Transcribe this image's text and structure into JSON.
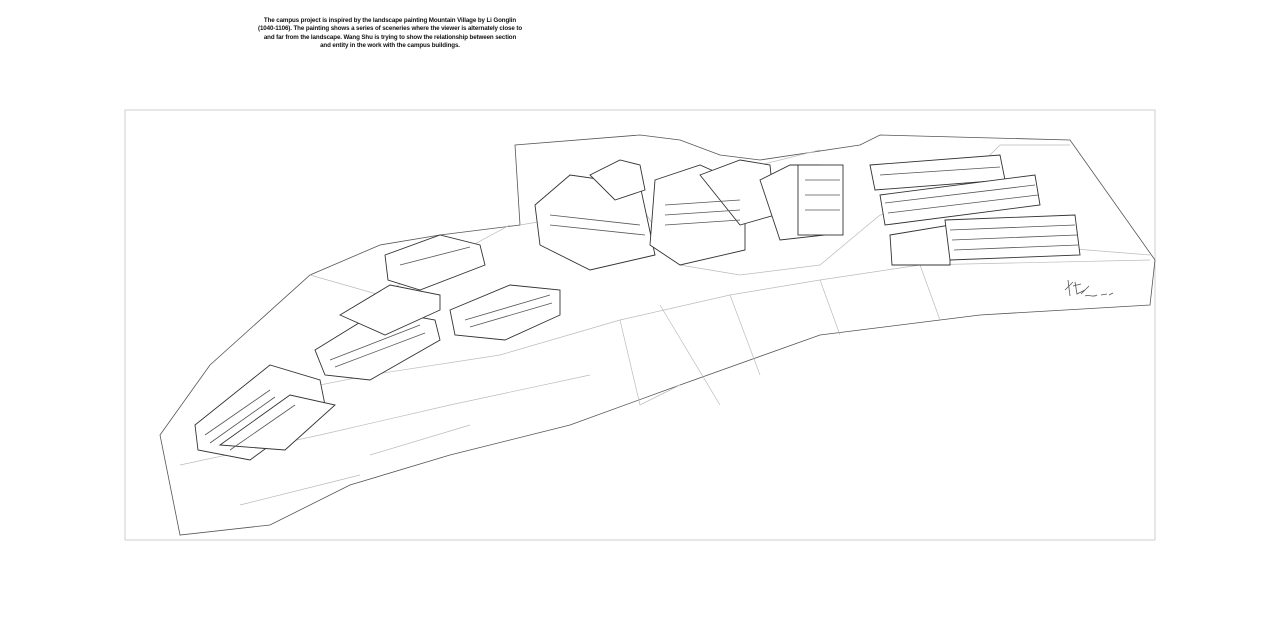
{
  "caption": {
    "text": "The campus project is inspired by the landscape painting Mountain Village by Li Gonglin (1040-1106). The painting shows a series of sceneries where the viewer is alternately close to and far from the landscape. Wang Shu is trying to show the relationship between section and entity in the work with the campus buildings."
  },
  "drawing": {
    "subject": "campus-aerial-sketch",
    "signature": "Wang Shu 2008.12.16",
    "line_color": "#555555",
    "background": "#ffffff"
  }
}
